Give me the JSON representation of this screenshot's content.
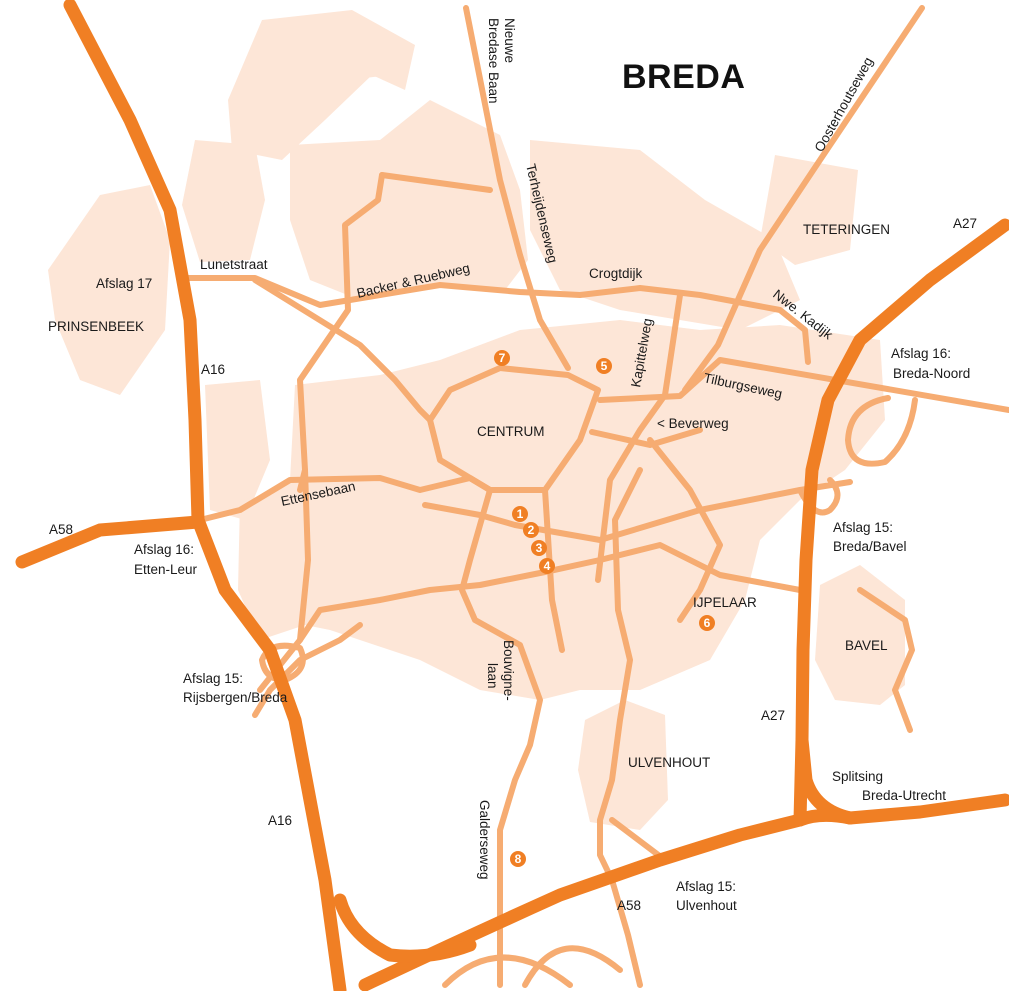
{
  "title": "BREDA",
  "colors": {
    "motorway": "#f07f24",
    "road": "#f6ac72",
    "urban": "#fde6d7",
    "marker": "#f07f24",
    "marker_text": "#ffffff",
    "text": "#1a1a1a"
  },
  "labels": {
    "nieuwe": "Nieuwe",
    "bredase_baan": "Bredase Baan",
    "oosterhoutseweg": "Oosterhoutseweg",
    "terheijdenseweg": "Terheijdenseweg",
    "teteringen": "TETERINGEN",
    "a27_ne": "A27",
    "lunetstraat": "Lunetstraat",
    "backer_ruebweg": "Backer & Ruebweg",
    "crogtdijk": "Crogtdijk",
    "afslag17": "Afslag 17",
    "prinsenbeek": "PRINSENBEEK",
    "nwe_kadijk": "Nwe. Kadijk",
    "kapittelweg": "Kapittelweg",
    "afslag16_noord_1": "Afslag 16:",
    "afslag16_noord_2": "Breda-Noord",
    "a16_n": "A16",
    "tilburgseweg": "Tilburgseweg",
    "centrum": "CENTRUM",
    "beverweg": "< Beverweg",
    "ettensebaan": "Ettensebaan",
    "a58_w": "A58",
    "afslag16_etten_1": "Afslag 16:",
    "afslag16_etten_2": "Etten-Leur",
    "afslag15_bavel_1": "Afslag 15:",
    "afslag15_bavel_2": "Breda/Bavel",
    "ijpelaar": "IJPELAAR",
    "bavel": "BAVEL",
    "afslag15_rijs_1": "Afslag 15:",
    "afslag15_rijs_2": "Rijsbergen/Breda",
    "bouvigne_1": "Bouvigne-",
    "bouvigne_2": "laan",
    "a27_s": "A27",
    "ulvenhout": "ULVENHOUT",
    "splitsing_1": "Splitsing",
    "splitsing_2": "Breda-Utrecht",
    "a16_s": "A16",
    "galderseweg": "Galderseweg",
    "afslag15_ulv_1": "Afslag 15:",
    "afslag15_ulv_2": "Ulvenhout",
    "a58_s": "A58"
  },
  "markers": [
    "1",
    "2",
    "3",
    "4",
    "5",
    "6",
    "7",
    "8"
  ]
}
